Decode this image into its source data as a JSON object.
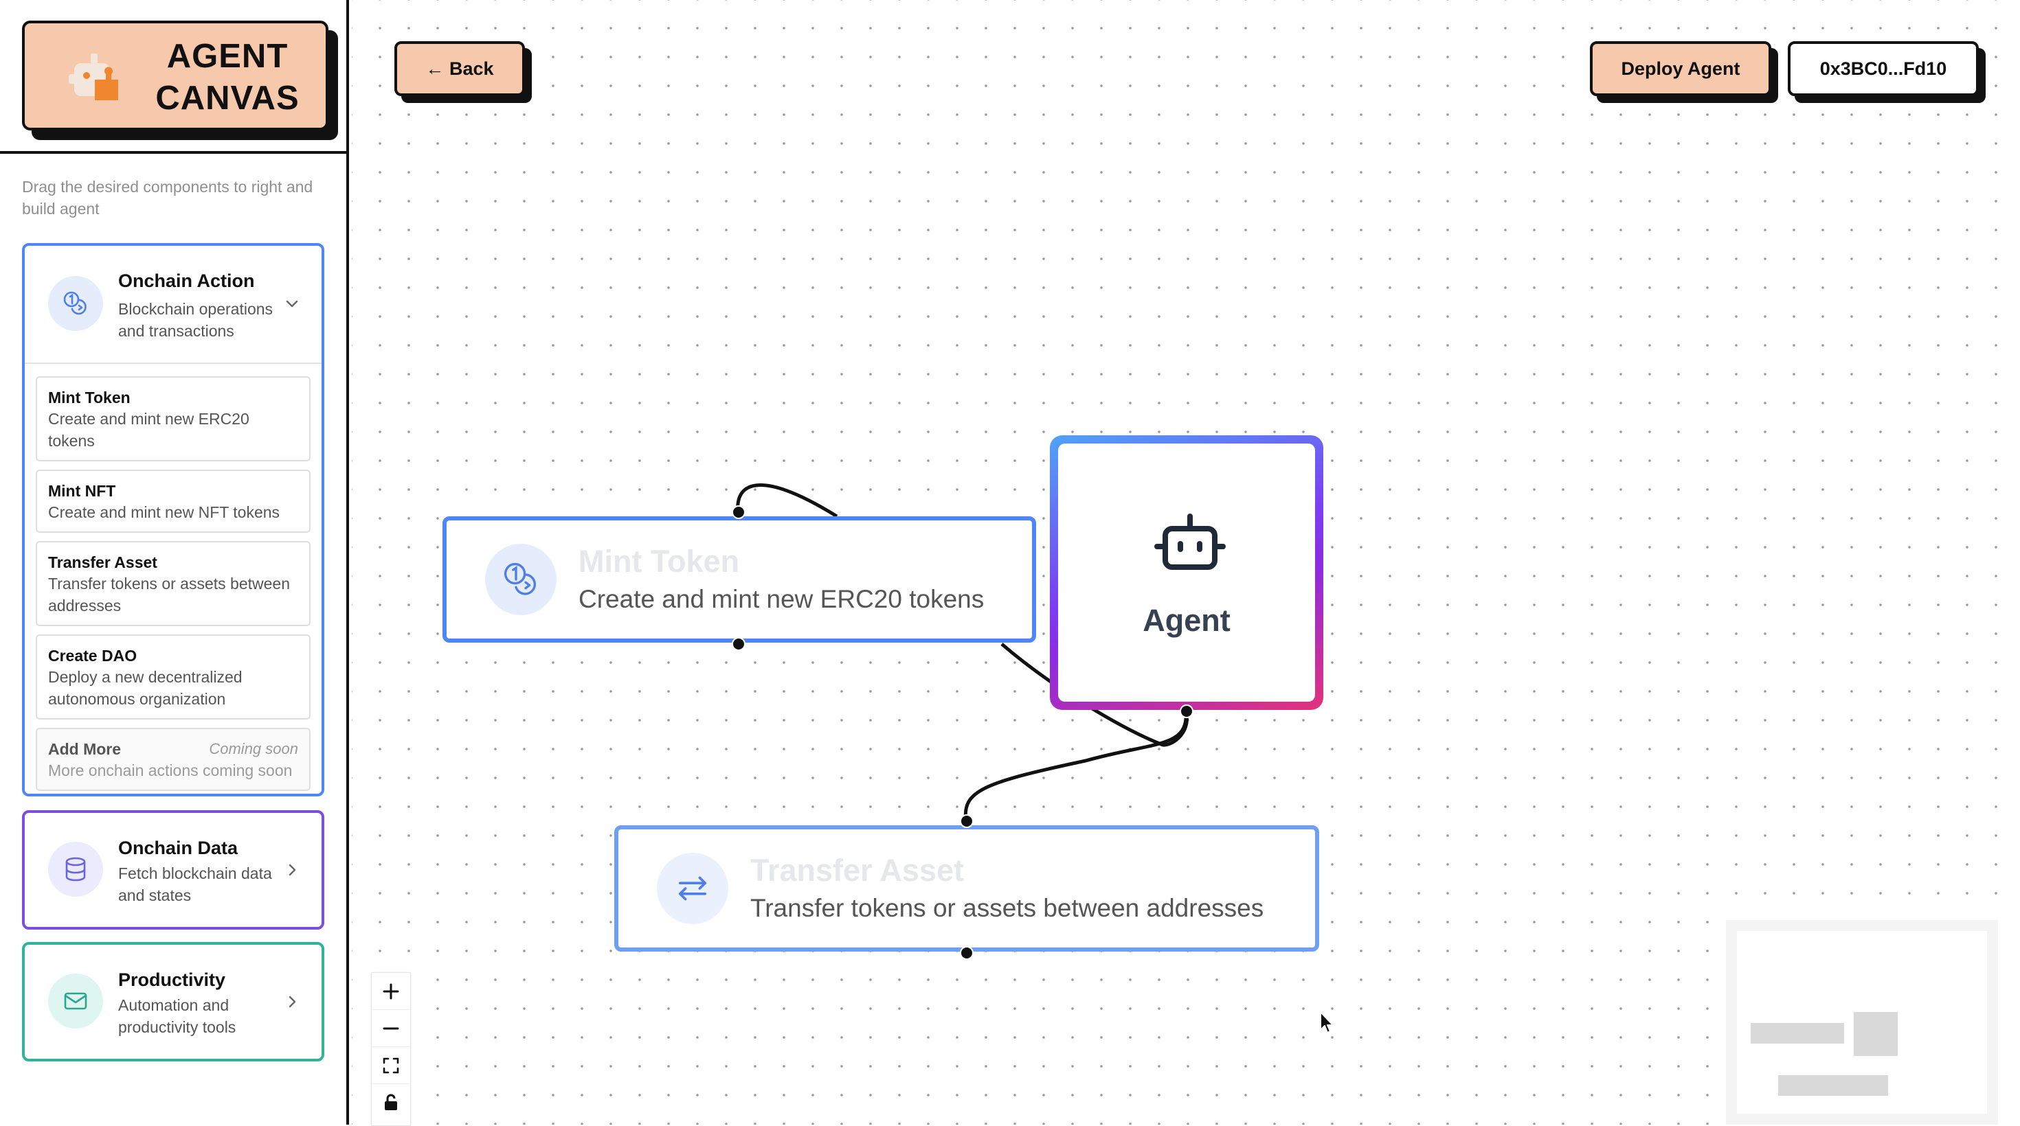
{
  "app": {
    "logo_line1": "AGENT",
    "logo_line2": "CANVAS",
    "logo_icon": "robot-puzzle-icon"
  },
  "sidebar": {
    "hint": "Drag the desired components to right and build agent",
    "categories": [
      {
        "title": "Onchain Action",
        "description": "Blockchain operations and transactions",
        "icon": "coins-icon",
        "expanded": true,
        "color": "#4f86f7",
        "items": [
          {
            "title": "Mint Token",
            "description": "Create and mint new ERC20 tokens"
          },
          {
            "title": "Mint NFT",
            "description": "Create and mint new NFT tokens"
          },
          {
            "title": "Transfer Asset",
            "description": "Transfer tokens or assets between addresses"
          },
          {
            "title": "Create DAO",
            "description": "Deploy a new decentralized autonomous organization"
          },
          {
            "title": "Add More",
            "description": "More onchain actions coming soon",
            "badge": "Coming soon"
          }
        ]
      },
      {
        "title": "Onchain Data",
        "description": "Fetch blockchain data and states",
        "icon": "database-icon",
        "expanded": false,
        "color": "#7c4dde"
      },
      {
        "title": "Productivity",
        "description": "Automation and productivity tools",
        "icon": "mail-icon",
        "expanded": false,
        "color": "#2fb39a"
      }
    ]
  },
  "toolbar": {
    "back_label": "← Back",
    "deploy_label": "Deploy Agent",
    "wallet_label": "0x3BC0...Fd10"
  },
  "canvas": {
    "nodes": {
      "mint_token": {
        "title": "Mint Token",
        "description": "Create and mint new ERC20 tokens",
        "icon": "coins-icon"
      },
      "agent": {
        "label": "Agent",
        "icon": "robot-icon"
      },
      "transfer_asset": {
        "title": "Transfer Asset",
        "description": "Transfer tokens or assets between addresses",
        "icon": "arrows-swap-icon"
      }
    },
    "controls": [
      "zoom-in",
      "zoom-out",
      "fit-view",
      "lock"
    ]
  },
  "colors": {
    "accent_peach": "#f7c9ac",
    "blue": "#4f86f7",
    "purple": "#7c4dde",
    "teal": "#2fb39a"
  }
}
